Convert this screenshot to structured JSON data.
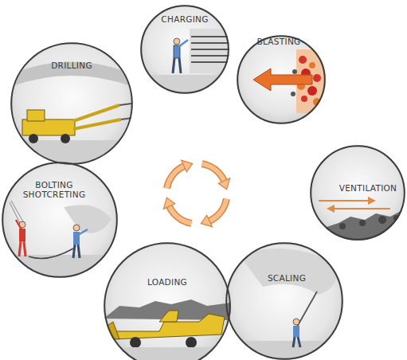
{
  "diagram": {
    "nodes": [
      {
        "text": [
          "CHARGING"
        ]
      },
      {
        "text": [
          "DRILLING"
        ]
      },
      {
        "text": [
          "BLASTING"
        ]
      },
      {
        "text": [
          "VENTILATION"
        ]
      },
      {
        "text": [
          "BOLTING SHOTCRETING"
        ]
      },
      {
        "text": [
          "SCALING"
        ]
      },
      {
        "text": [
          "LOADING"
        ]
      }
    ]
  }
}
